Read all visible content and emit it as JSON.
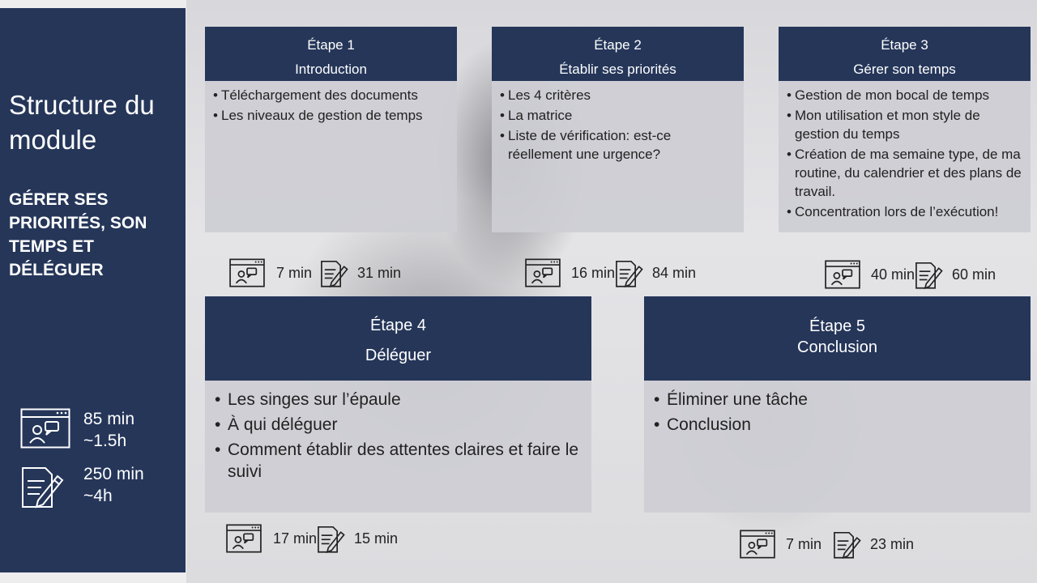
{
  "sidebar": {
    "title": "Structure du module",
    "subtitle": "GÉRER SES PRIORITÉS, SON TEMPS ET DÉLÉGUER",
    "stats": [
      {
        "icon": "online-session-icon",
        "line1": "85 min",
        "line2": "~1.5h"
      },
      {
        "icon": "writing-task-icon",
        "line1": "250 min",
        "line2": "~4h"
      }
    ]
  },
  "steps": [
    {
      "step": "Étape 1",
      "name": "Introduction",
      "items": [
        "Téléchargement des documents",
        "Les niveaux de gestion de temps"
      ],
      "online": "7 min",
      "writing": "31 min"
    },
    {
      "step": "Étape 2",
      "name": "Établir ses priorités",
      "items": [
        "Les 4 critères",
        "La matrice",
        "Liste de vérification: est-ce réellement une urgence?"
      ],
      "online": "16 min",
      "writing": "84 min"
    },
    {
      "step": "Étape 3",
      "name": "Gérer son temps",
      "items": [
        "Gestion de mon bocal de temps",
        "Mon utilisation et mon style de gestion du temps",
        "Création de ma semaine type, de ma routine, du calendrier et des plans de travail.",
        "Concentration lors de l’exécution!"
      ],
      "online": "40 min",
      "writing": "60 min"
    },
    {
      "step": "Étape 4",
      "name": "Déléguer",
      "items": [
        "Les singes sur l’épaule",
        "À qui déléguer",
        "Comment établir des attentes claires et faire le suivi"
      ],
      "online": "17 min",
      "writing": "15 min"
    },
    {
      "step": "Étape 5",
      "name": "Conclusion",
      "items": [
        "Éliminer une tâche",
        "Conclusion"
      ],
      "online": "7 min",
      "writing": "23 min"
    }
  ],
  "colors": {
    "navy": "#253659",
    "card_body": "#cdced4"
  }
}
